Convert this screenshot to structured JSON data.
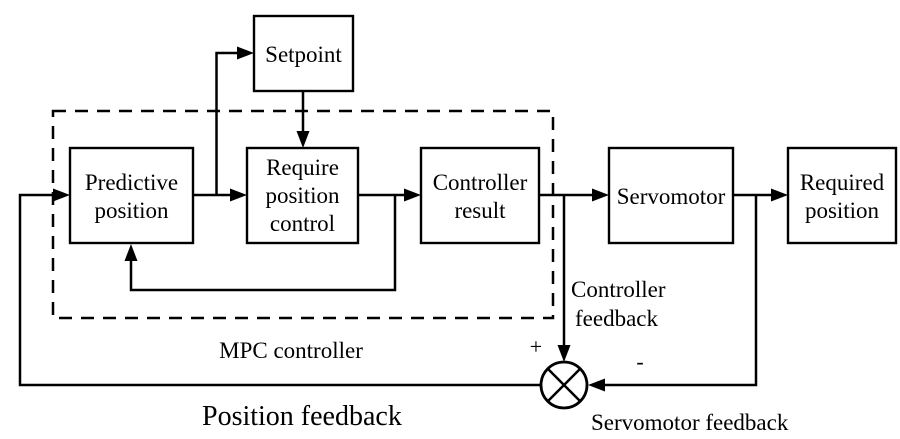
{
  "colors": {
    "stroke": "#000000",
    "background": "#ffffff",
    "text": "#000000"
  },
  "blocks": {
    "setpoint": {
      "lines": [
        "Setpoint"
      ]
    },
    "predictive_position": {
      "lines": [
        "Predictive",
        "position"
      ]
    },
    "require_position_control": {
      "lines": [
        "Require",
        "position",
        "control"
      ]
    },
    "controller_result": {
      "lines": [
        "Controller",
        "result"
      ]
    },
    "servomotor": {
      "lines": [
        "Servomotor"
      ]
    },
    "required_position": {
      "lines": [
        "Required",
        "position"
      ]
    }
  },
  "labels": {
    "mpc_controller": "MPC controller",
    "controller_feedback": {
      "lines": [
        "Controller",
        "feedback"
      ]
    },
    "position_feedback": "Position feedback",
    "servomotor_feedback": "Servomotor feedback",
    "junction_plus": "+",
    "junction_minus": "-"
  },
  "summing_junction": {
    "symbol": "circle-cross"
  }
}
